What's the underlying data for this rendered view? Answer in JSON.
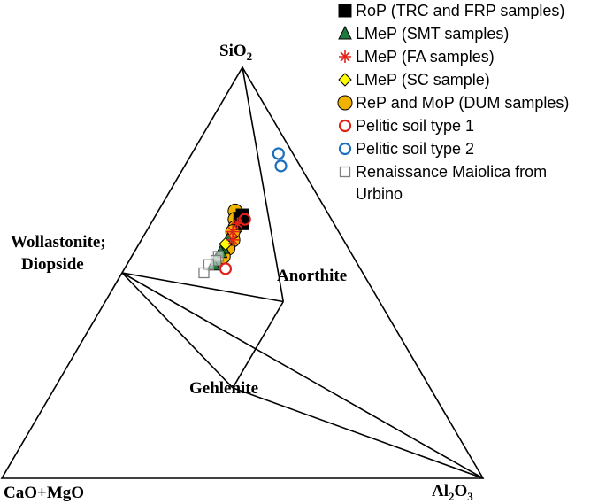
{
  "chart_data": {
    "type": "scatter",
    "subtype": "ternary",
    "vertices": {
      "top": {
        "text": "SiO",
        "sub": "2"
      },
      "left": {
        "text": "CaO+MgO",
        "sub": ""
      },
      "right": {
        "text": "Al",
        "sub": "2",
        "text2": "O",
        "sub2": "3"
      }
    },
    "phase_labels": {
      "wollastonite_line1": "Wollastonite;",
      "wollastonite_line2": "Diopside",
      "anorthite": "Anorthite",
      "gehlenite": "Gehlenite"
    },
    "phases": {
      "wollastonite": [
        0.5,
        0.5,
        0.0
      ],
      "anorthite": [
        0.43,
        0.2,
        0.37
      ],
      "gehlenite": [
        0.22,
        0.41,
        0.37
      ]
    },
    "legend_position": "top-right",
    "series": [
      {
        "name": "RoP (TRC and FRP samples)",
        "marker": "square",
        "color": "#000000",
        "points": [
          [
            0.64,
            0.18,
            0.18
          ],
          [
            0.63,
            0.19,
            0.18
          ],
          [
            0.62,
            0.19,
            0.19
          ]
        ]
      },
      {
        "name": "LMeP (SMT samples)",
        "marker": "triangle",
        "color": "#1e7a3c",
        "points": [
          [
            0.58,
            0.24,
            0.18
          ],
          [
            0.56,
            0.26,
            0.18
          ],
          [
            0.55,
            0.27,
            0.18
          ],
          [
            0.53,
            0.29,
            0.18
          ],
          [
            0.52,
            0.3,
            0.18
          ]
        ]
      },
      {
        "name": "LMeP (FA samples)",
        "marker": "asterisk",
        "color": "#e32119",
        "points": [
          [
            0.62,
            0.2,
            0.18
          ],
          [
            0.6,
            0.22,
            0.18
          ],
          [
            0.58,
            0.23,
            0.19
          ]
        ]
      },
      {
        "name": "LMeP (SC sample)",
        "marker": "diamond",
        "color": "#ffff00",
        "points": [
          [
            0.57,
            0.25,
            0.18
          ]
        ]
      },
      {
        "name": "ReP and MoP (DUM samples)",
        "marker": "circle",
        "color": "#f2b200",
        "points": [
          [
            0.65,
            0.19,
            0.16
          ],
          [
            0.63,
            0.2,
            0.17
          ],
          [
            0.61,
            0.21,
            0.18
          ],
          [
            0.58,
            0.23,
            0.19
          ],
          [
            0.56,
            0.25,
            0.19
          ],
          [
            0.54,
            0.27,
            0.19
          ],
          [
            0.6,
            0.22,
            0.18
          ]
        ]
      },
      {
        "name": "Pelitic soil type 1",
        "marker": "open-circle",
        "color": "#e32119",
        "points": [
          [
            0.63,
            0.18,
            0.19
          ],
          [
            0.51,
            0.28,
            0.21
          ]
        ]
      },
      {
        "name": "Pelitic soil type 2",
        "marker": "open-circle",
        "color": "#1a6fbd",
        "points": [
          [
            0.79,
            0.03,
            0.18
          ],
          [
            0.76,
            0.04,
            0.2
          ]
        ]
      },
      {
        "name": "Renaissance Maiolica from Urbino",
        "marker": "open-square",
        "color": "#7f7f7f",
        "points": [
          [
            0.54,
            0.28,
            0.18
          ],
          [
            0.53,
            0.29,
            0.18
          ],
          [
            0.52,
            0.31,
            0.17
          ],
          [
            0.5,
            0.33,
            0.17
          ]
        ]
      }
    ],
    "legend": [
      {
        "line1": "RoP (TRC and FRP samples)"
      },
      {
        "line1": "LMeP (SMT samples)"
      },
      {
        "line1": "LMeP (FA samples)"
      },
      {
        "line1": "LMeP (SC sample)"
      },
      {
        "line1": "ReP and MoP (DUM samples)"
      },
      {
        "line1": "Pelitic soil type 1"
      },
      {
        "line1": "Pelitic soil type 2"
      },
      {
        "line1": "Renaissance Maiolica from",
        "line2": "Urbino"
      }
    ]
  }
}
